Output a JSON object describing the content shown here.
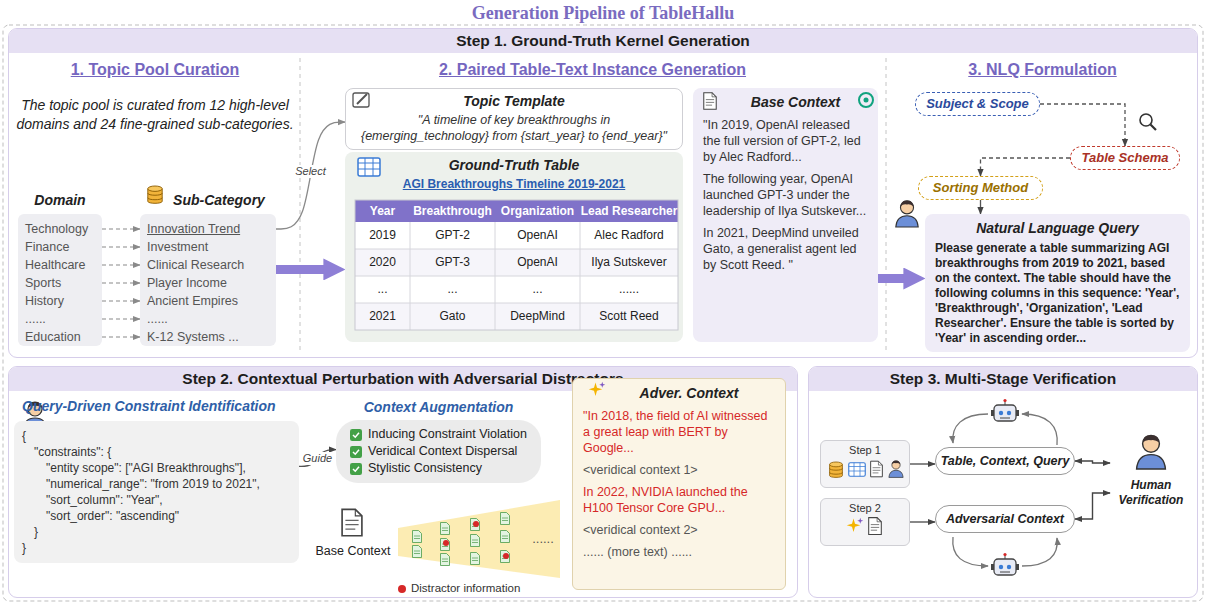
{
  "diagram": {
    "title": "Generation Pipeline of TableHallu",
    "nodes": [
      {
        "text": [
          "Step 1. Ground-Truth Kernel Generation"
        ]
      },
      {
        "text": [
          "Domain"
        ],
        "in": 0
      },
      {
        "text": [
          "Technology"
        ],
        "in": 1
      },
      {
        "text": [
          "Finance"
        ],
        "in": 1
      },
      {
        "text": [
          "Healthcare"
        ],
        "in": 1
      },
      {
        "text": [
          "Sports"
        ],
        "in": 1
      },
      {
        "text": [
          "History"
        ],
        "in": 1
      },
      {
        "text": [
          "......"
        ],
        "in": 1
      },
      {
        "text": [
          "Education"
        ],
        "in": 1
      },
      {
        "text": [
          "Sub-Category"
        ],
        "in": 0
      },
      {
        "text": [
          "Innovation Trend"
        ],
        "in": 9
      },
      {
        "text": [
          "Investment"
        ],
        "in": 9
      },
      {
        "text": [
          "Clinical Research"
        ],
        "in": 9
      },
      {
        "text": [
          "Player Income"
        ],
        "in": 9
      },
      {
        "text": [
          "Ancient Empires"
        ],
        "in": 9
      },
      {
        "text": [
          "......"
        ],
        "in": 9
      },
      {
        "text": [
          "K-12 Systems ..."
        ],
        "in": 9
      },
      {
        "text": [
          "Topic Template",
          "\"A timeline of key breakthroughs in {emerging_technology} from {start_year} to {end_year}\""
        ],
        "in": 0
      },
      {
        "text": [
          "Ground-Truth Table",
          "AGI Breakthroughs Timeline 2019-2021"
        ],
        "in": 0
      },
      {
        "text": [
          "Base Context",
          "\"In 2019, OpenAI released the full version of GPT-2, led by Alec Radford...",
          "The following year, OpenAI launched GPT-3 under the leadership of Ilya Sutskever...",
          "In 2021, DeepMind unveiled Gato, a generalist agent led by Scott Reed. \""
        ],
        "in": 0
      },
      {
        "text": [
          "Subject & Scope"
        ],
        "in": 0
      },
      {
        "text": [
          "Table Schema"
        ],
        "in": 0
      },
      {
        "text": [
          "Sorting Method"
        ],
        "in": 0
      },
      {
        "text": [
          "Natural Language Query",
          "Please generate a table summarizing AGI breakthroughs from 2019 to 2021, based on the context. The table should have the following columns in this sequence: 'Year', 'Breakthrough', 'Organization', 'Lead Researcher'. Ensure the table is sorted by 'Year' in ascending order..."
        ],
        "in": 0
      },
      {
        "text": [
          "Step 2. Contextual Perturbation with Adversarial Distractors"
        ]
      },
      {
        "text": [
          "Query-Driven Constraint Identification",
          "{",
          "\"constraints\": {",
          "\"entity scope\": [\"AGI Breakthroughs\"],",
          "\"numerical_range\": \"from 2019 to 2021\",",
          "\"sort_column\": \"Year\",",
          "\"sort_order\": \"ascending\"",
          "}",
          "}"
        ],
        "in": 24
      },
      {
        "text": [
          "Context Augmentation",
          "Inducing Constraint Violation",
          "Veridical Context Dispersal",
          "Stylistic Consistency"
        ],
        "in": 24
      },
      {
        "text": [
          "Base Context"
        ],
        "in": 24
      },
      {
        "text": [
          "Adver. Context",
          "\"In 2018, the field of AI witnessed a great leap with BERT by Google...",
          "<veridical context 1>",
          "In 2022, NVIDIA launched the H100 Tensor Core GPU...",
          "<veridical context 2>",
          "...... (more text) ......"
        ],
        "in": 24
      },
      {
        "text": [
          "Step 3. Multi-Stage Verification"
        ]
      },
      {
        "text": [
          "Step 1"
        ],
        "in": 29
      },
      {
        "text": [
          "Step 2"
        ],
        "in": 29
      },
      {
        "text": [
          "Table, Context, Query"
        ],
        "in": 29
      },
      {
        "text": [
          "Adversarial Context"
        ],
        "in": 29
      },
      {
        "text": [
          "Human Verification"
        ],
        "in": 29
      }
    ],
    "edges": [
      {
        "from": 2,
        "to": 10,
        "arrow": "to"
      },
      {
        "from": 3,
        "to": 11,
        "arrow": "to"
      },
      {
        "from": 4,
        "to": 12,
        "arrow": "to"
      },
      {
        "from": 5,
        "to": 13,
        "arrow": "to"
      },
      {
        "from": 6,
        "to": 14,
        "arrow": "to"
      },
      {
        "from": 7,
        "to": 15,
        "arrow": "to"
      },
      {
        "from": 8,
        "to": 16,
        "arrow": "to"
      },
      {
        "from": 10,
        "to": 17,
        "label": "Select",
        "arrow": "to"
      },
      {
        "from": 9,
        "to": 18,
        "arrow": "to"
      },
      {
        "from": 19,
        "to": 23,
        "arrow": "to"
      },
      {
        "from": 20,
        "to": 21,
        "arrow": "to"
      },
      {
        "from": 21,
        "to": 22,
        "arrow": "to"
      },
      {
        "from": 22,
        "to": 23,
        "arrow": "to"
      },
      {
        "from": 25,
        "to": 26,
        "label": "Guide",
        "arrow": "to"
      },
      {
        "from": 30,
        "to": 32,
        "arrow": "to"
      },
      {
        "from": 31,
        "to": 33,
        "arrow": "to"
      },
      {
        "from": 32,
        "to": 34,
        "arrow": "both"
      },
      {
        "from": 33,
        "to": 34,
        "arrow": "both"
      }
    ],
    "labels": [
      "1. Topic Pool Curation",
      "The topic pool is curated from 12 high-level domains and 24 fine-grained sub-categories.",
      "2. Paired Table-Text Instance Generation",
      "3. NLQ Formulation",
      "Year",
      "Breakthrough",
      "Organization",
      "Lead Researcher",
      "2019",
      "GPT-2",
      "OpenAI",
      "Alec Radford",
      "2020",
      "GPT-3",
      "OpenAI",
      "Ilya Sutskever",
      "...",
      "...",
      "...",
      "......",
      "2021",
      "Gato",
      "DeepMind",
      "Scott Reed",
      "......"
    ],
    "legend": [
      {
        "text": "Distractor information",
        "color": "#d62828"
      }
    ]
  }
}
